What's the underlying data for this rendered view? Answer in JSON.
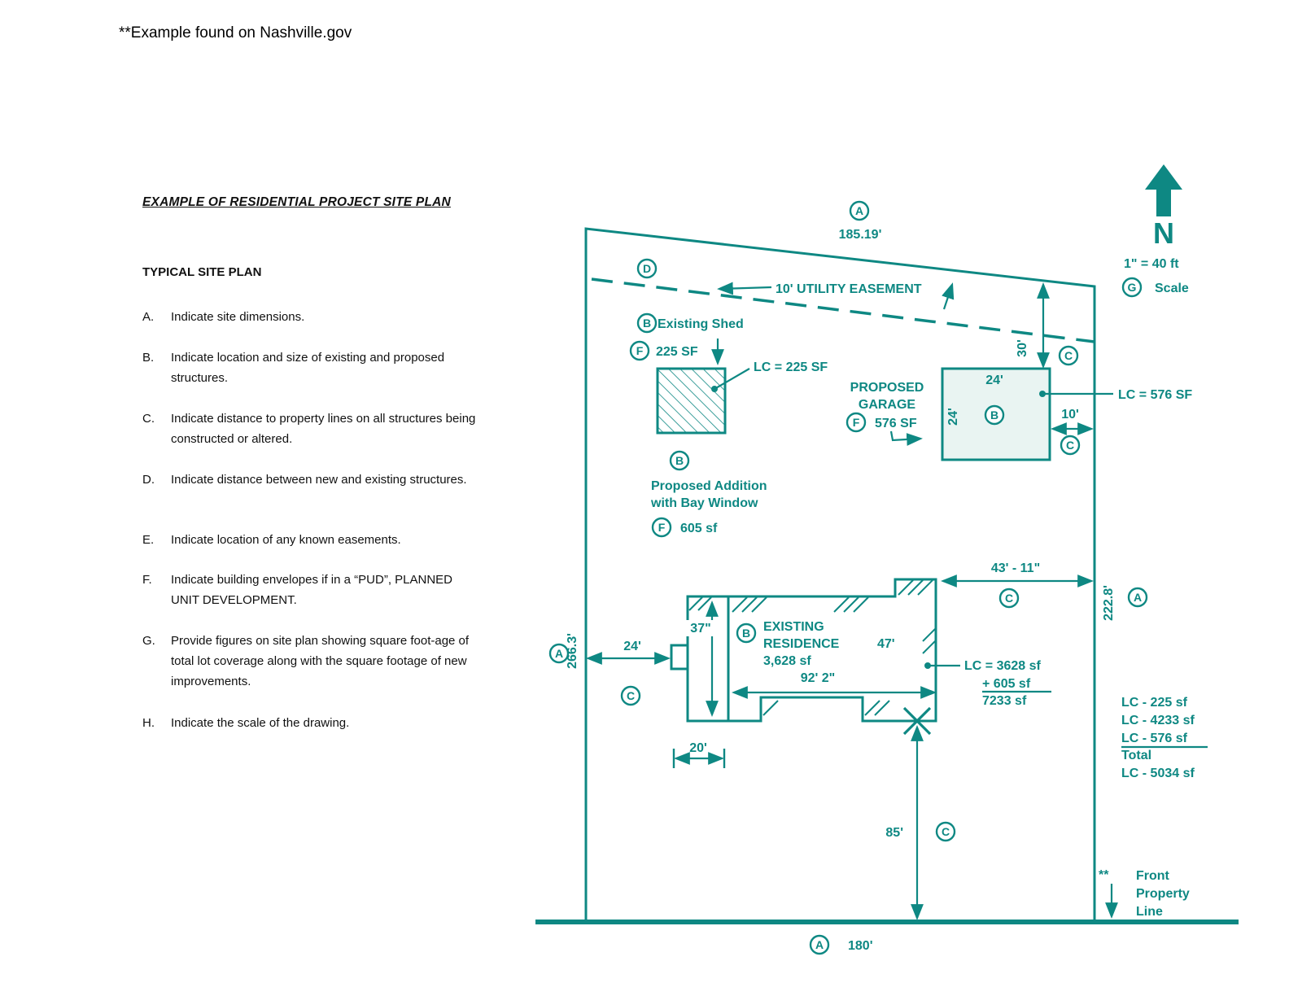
{
  "page": {
    "source_note": "**Example found on Nashville.gov"
  },
  "left_panel": {
    "title": "EXAMPLE OF RESIDENTIAL PROJECT SITE PLAN",
    "subtitle": "TYPICAL SITE PLAN",
    "items": [
      {
        "letter": "A.",
        "text": "Indicate site dimensions."
      },
      {
        "letter": "B.",
        "text": "Indicate location and size of existing and proposed structures."
      },
      {
        "letter": "C.",
        "text": "Indicate distance to property lines on all structures being constructed or  altered."
      },
      {
        "letter": "D.",
        "text": "Indicate distance between new and existing structures."
      },
      {
        "letter": "E.",
        "text": "Indicate location of any known easements."
      },
      {
        "letter": "F.",
        "text": "Indicate building envelopes if in a “PUD”, PLANNED UNIT  DEVELOPMENT."
      },
      {
        "letter": "G.",
        "text": "Provide figures on site plan showing square foot-age of total lot coverage along with the square footage of new improvements."
      },
      {
        "letter": "H.",
        "text": "Indicate the scale of the drawing."
      }
    ]
  },
  "plan": {
    "colors": {
      "ink": "#0E8883"
    },
    "badges": {
      "a": "A",
      "b": "B",
      "c": "C",
      "d": "D",
      "f": "F",
      "g": "G"
    },
    "north_letter": "N",
    "scale_value": "1\"  =  40 ft",
    "scale_word": "Scale",
    "top_dimension": "185.19'",
    "utility_easement": "10' UTILITY EASEMENT",
    "shed_title": "Existing Shed",
    "shed_area": "225 SF",
    "shed_lc": "LC = 225 SF",
    "garage_line1": "PROPOSED",
    "garage_line2": "GARAGE",
    "garage_area": "576 SF",
    "garage_w": "24'",
    "garage_d": "24'",
    "garage_lc": "LC = 576 SF",
    "garage_gap_right": "10'",
    "garage_gap_top": "30'",
    "addition_line1": "Proposed Addition",
    "addition_line2": "with Bay Window",
    "addition_area": "605 sf",
    "dim_43": "43' - 11\"",
    "right_dimension": "222.8'",
    "dim_37": "37\"",
    "residence_line1": "EXISTING",
    "residence_line2": "RESIDENCE",
    "residence_area": "3,628 sf",
    "dim_47": "47'",
    "dim_92": "92' 2\"",
    "res_lc1": "LC = 3628 sf",
    "res_lc2": "+ 605 sf",
    "res_lc3": "7233 sf",
    "dim_24_left": "24'",
    "left_dimension": "266.3'",
    "dim_20": "20'",
    "dim_85": "85'",
    "bottom_dimension": "180'",
    "front_stars": "**",
    "front_line1": "Front",
    "front_line2": "Property",
    "front_line3": "Line",
    "lc_totals": [
      "LC -   225 sf",
      "LC - 4233 sf",
      "LC -   576 sf",
      "Total",
      "LC -  5034 sf"
    ]
  }
}
